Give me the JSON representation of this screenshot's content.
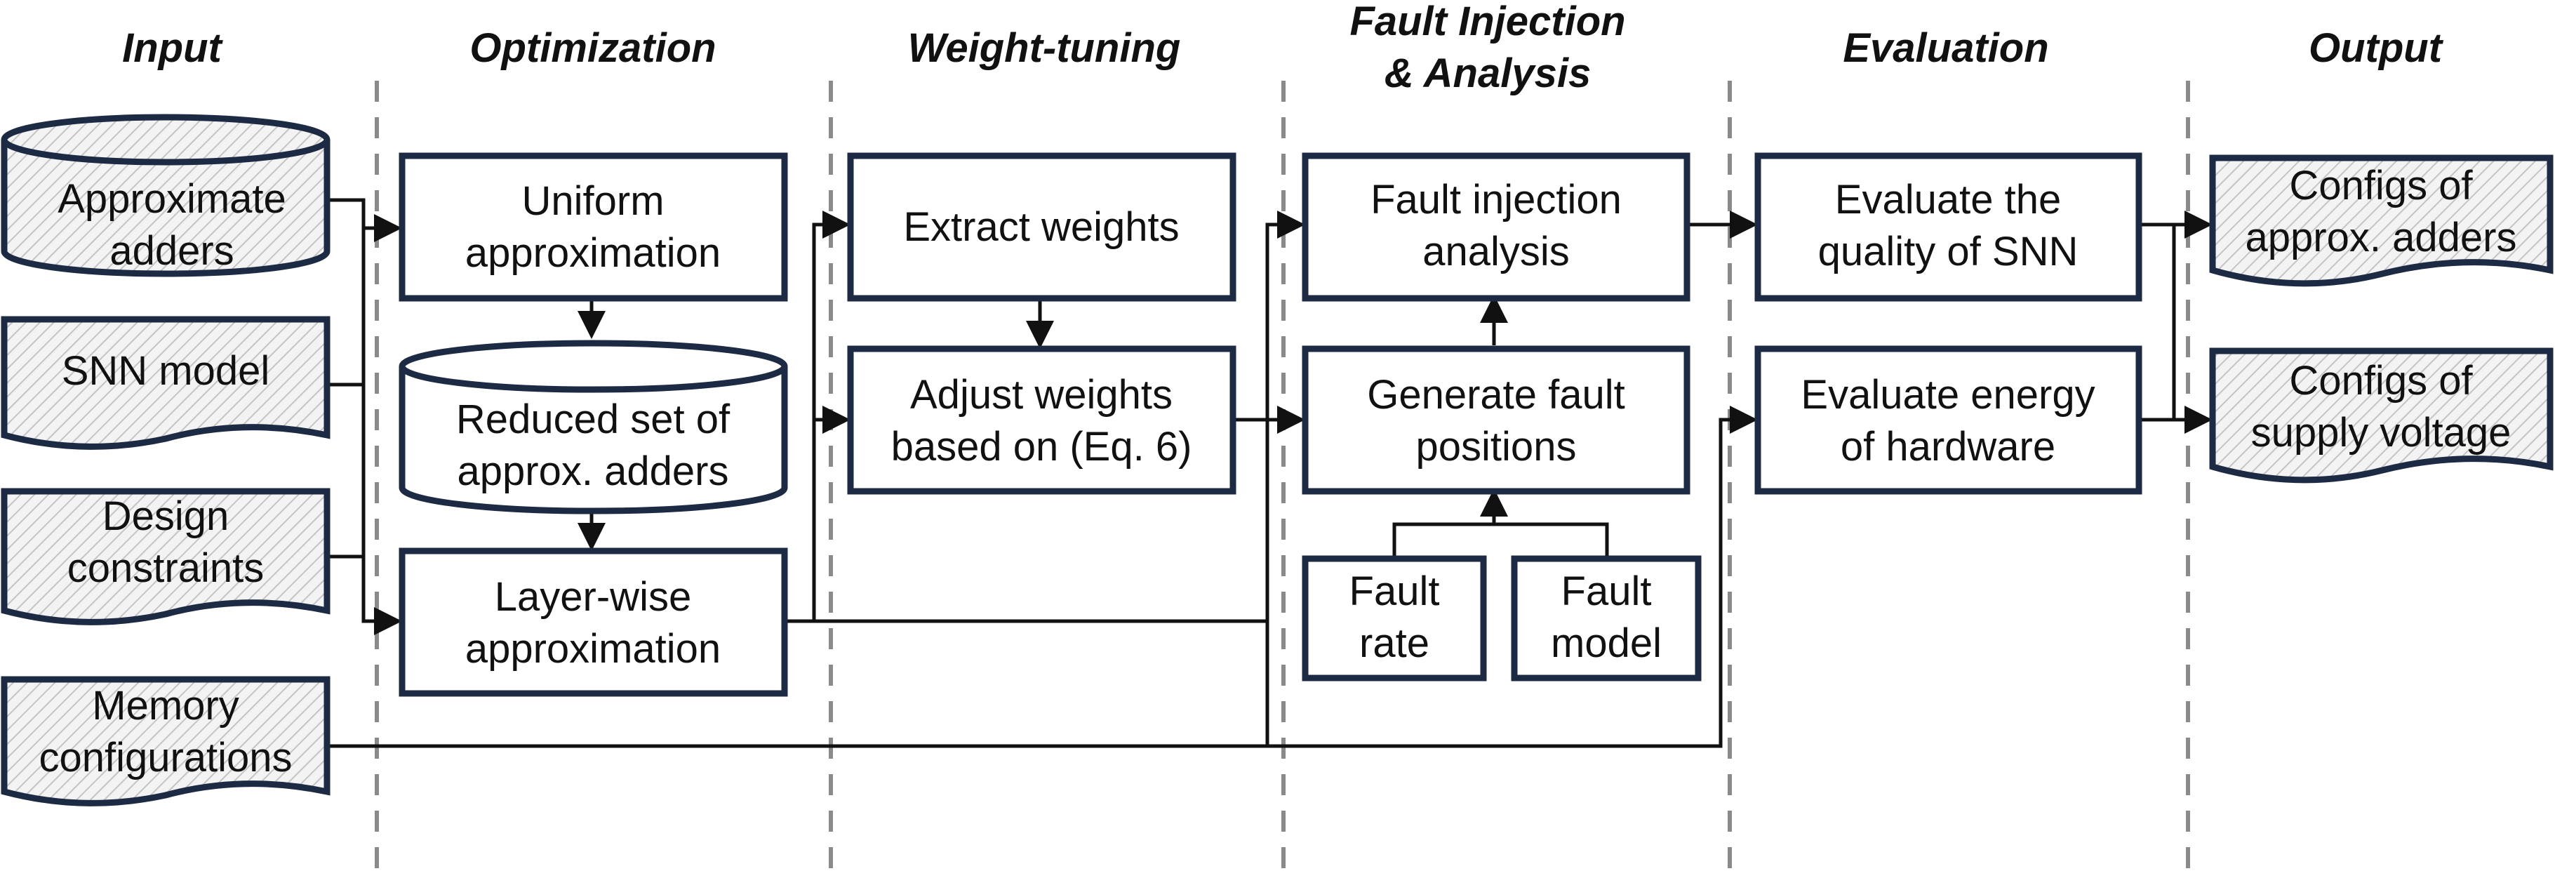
{
  "stages": {
    "input": "Input",
    "optimization": "Optimization",
    "weight_tuning": "Weight-tuning",
    "fault_line1": "Fault Injection",
    "fault_line2": "& Analysis",
    "evaluation": "Evaluation",
    "output": "Output"
  },
  "inputs": {
    "approx_adders": [
      "Approximate",
      "adders"
    ],
    "snn_model": [
      "SNN model"
    ],
    "design_constraints": [
      "Design",
      "constraints"
    ],
    "memory_configs": [
      "Memory",
      "configurations"
    ]
  },
  "optimization": {
    "uniform": [
      "Uniform",
      "approximation"
    ],
    "reduced_set": [
      "Reduced set of",
      "approx. adders"
    ],
    "layer_wise": [
      "Layer-wise",
      "approximation"
    ]
  },
  "weight_tuning": {
    "extract": [
      "Extract weights"
    ],
    "adjust": [
      "Adjust weights",
      "based on (Eq. 6)"
    ]
  },
  "fault": {
    "injection": [
      "Fault injection",
      "analysis"
    ],
    "generate": [
      "Generate fault",
      "positions"
    ],
    "rate": [
      "Fault",
      "rate"
    ],
    "model": [
      "Fault",
      "model"
    ]
  },
  "evaluation": {
    "quality": [
      "Evaluate the",
      "quality of SNN"
    ],
    "energy": [
      "Evaluate energy",
      "of hardware"
    ]
  },
  "outputs": {
    "adders_configs": [
      "Configs of",
      "approx. adders"
    ],
    "voltage_configs": [
      "Configs of",
      "supply voltage"
    ]
  }
}
